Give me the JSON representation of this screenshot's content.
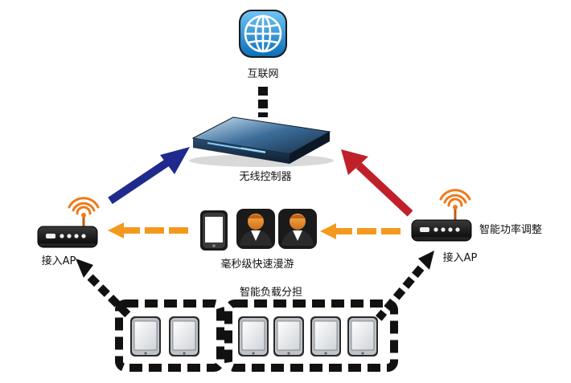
{
  "nodes": {
    "internet": {
      "label": "互联网",
      "icon": "globe-icon"
    },
    "controller": {
      "label": "无线控制器",
      "icon": "controller-device-icon"
    },
    "ap_left": {
      "label": "接入AP",
      "icon": "wireless-ap-icon"
    },
    "ap_right": {
      "label": "接入AP",
      "icon": "wireless-ap-icon"
    }
  },
  "annotations": {
    "power_adjust": "智能功率调整",
    "roaming": "毫秒级快速漫游",
    "load_balance": "智能负载分担"
  },
  "roaming_devices": [
    "smartphone-icon",
    "user-icon",
    "user-icon"
  ],
  "tablets": [
    "tablet-icon",
    "tablet-icon",
    "tablet-icon",
    "tablet-icon",
    "tablet-icon",
    "tablet-icon"
  ],
  "colors": {
    "left_uplink": "#1f2a8c",
    "right_uplink": "#c0202a",
    "roaming_arrow": "#f39a1e",
    "globe": "#1e8fd8",
    "ap_antenna": "#f07a1a",
    "dashed_link": "#111111"
  }
}
